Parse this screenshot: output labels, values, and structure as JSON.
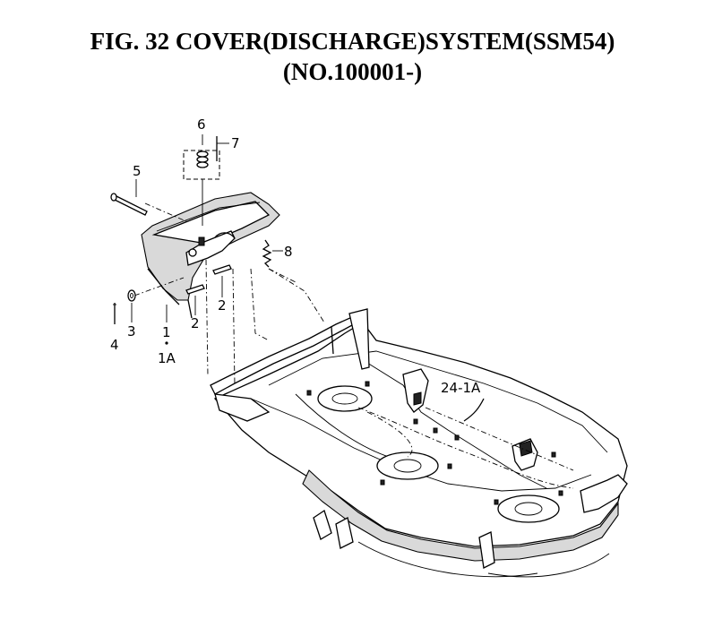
{
  "title": {
    "line1": "FIG. 32  COVER(DISCHARGE)SYSTEM(SSM54)",
    "line2": "(NO.100001-)"
  },
  "callouts": {
    "p1": "1",
    "p1a": "1A",
    "p2a": "2",
    "p2b": "2",
    "p3": "3",
    "p4": "4",
    "p5": "5",
    "p6": "6",
    "p7": "7",
    "p8": "8",
    "p24_1a": "24-1A"
  }
}
